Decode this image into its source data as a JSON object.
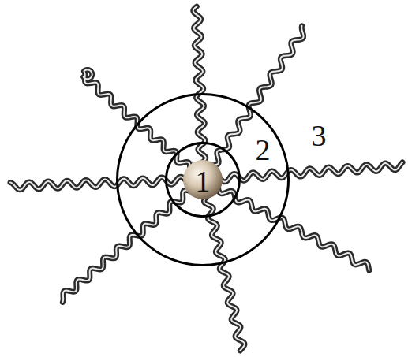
{
  "diagram": {
    "nodes": [
      {
        "text": [
          "2"
        ]
      },
      {
        "text": [
          "1"
        ],
        "in": 0
      }
    ],
    "labels": [
      "3"
    ]
  }
}
